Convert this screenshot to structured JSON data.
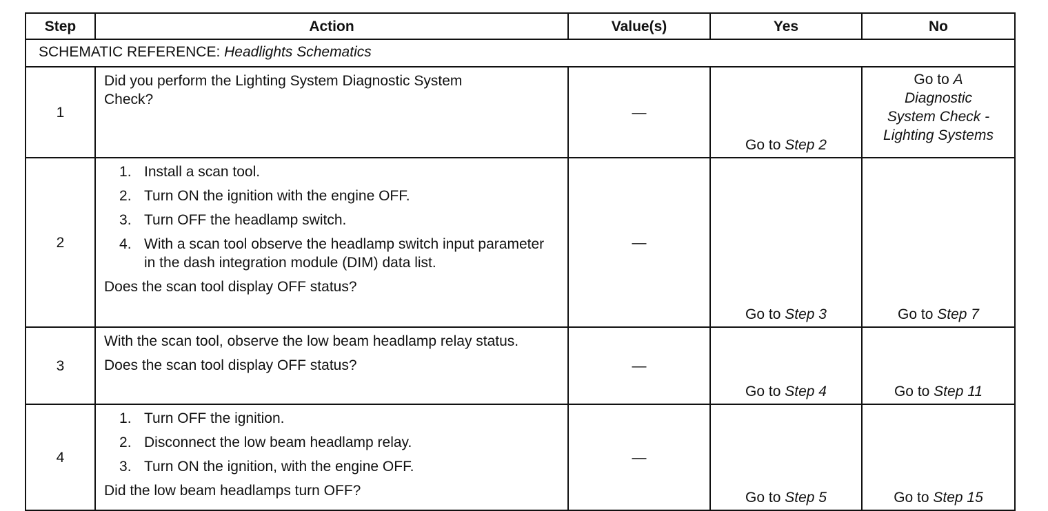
{
  "headers": {
    "step": "Step",
    "action": "Action",
    "value": "Value(s)",
    "yes": "Yes",
    "no": "No"
  },
  "reference": {
    "label": "SCHEMATIC REFERENCE: ",
    "title": "Headlights Schematics"
  },
  "rows": [
    {
      "step": "1",
      "action_text": "Did you perform the Lighting System Diagnostic System Check?",
      "value": "—",
      "yes_prefix": "Go to ",
      "yes_target": "Step 2",
      "no_prefix": "Go to ",
      "no_target_lines": [
        "A",
        "Diagnostic",
        "System Check -",
        "Lighting Systems"
      ]
    },
    {
      "step": "2",
      "actions": [
        "Install a scan tool.",
        "Turn ON the ignition with the engine OFF.",
        "Turn OFF the headlamp switch.",
        "With a scan tool observe the headlamp switch input parameter in the dash integration module (DIM) data list."
      ],
      "question": "Does the scan tool display OFF status?",
      "value": "—",
      "yes_prefix": "Go to ",
      "yes_target": "Step 3",
      "no_prefix": "Go to ",
      "no_target": "Step 7"
    },
    {
      "step": "3",
      "action_text": "With the scan tool, observe the low beam headlamp relay status.",
      "question": "Does the scan tool display OFF status?",
      "value": "—",
      "yes_prefix": "Go to ",
      "yes_target": "Step 4",
      "no_prefix": "Go to ",
      "no_target": "Step 11"
    },
    {
      "step": "4",
      "actions": [
        "Turn OFF the ignition.",
        "Disconnect the low beam headlamp relay.",
        "Turn ON the ignition, with the engine OFF."
      ],
      "question": "Did the low beam headlamps turn OFF?",
      "value": "—",
      "yes_prefix": "Go to ",
      "yes_target": "Step 5",
      "no_prefix": "Go to ",
      "no_target": "Step 15"
    }
  ]
}
